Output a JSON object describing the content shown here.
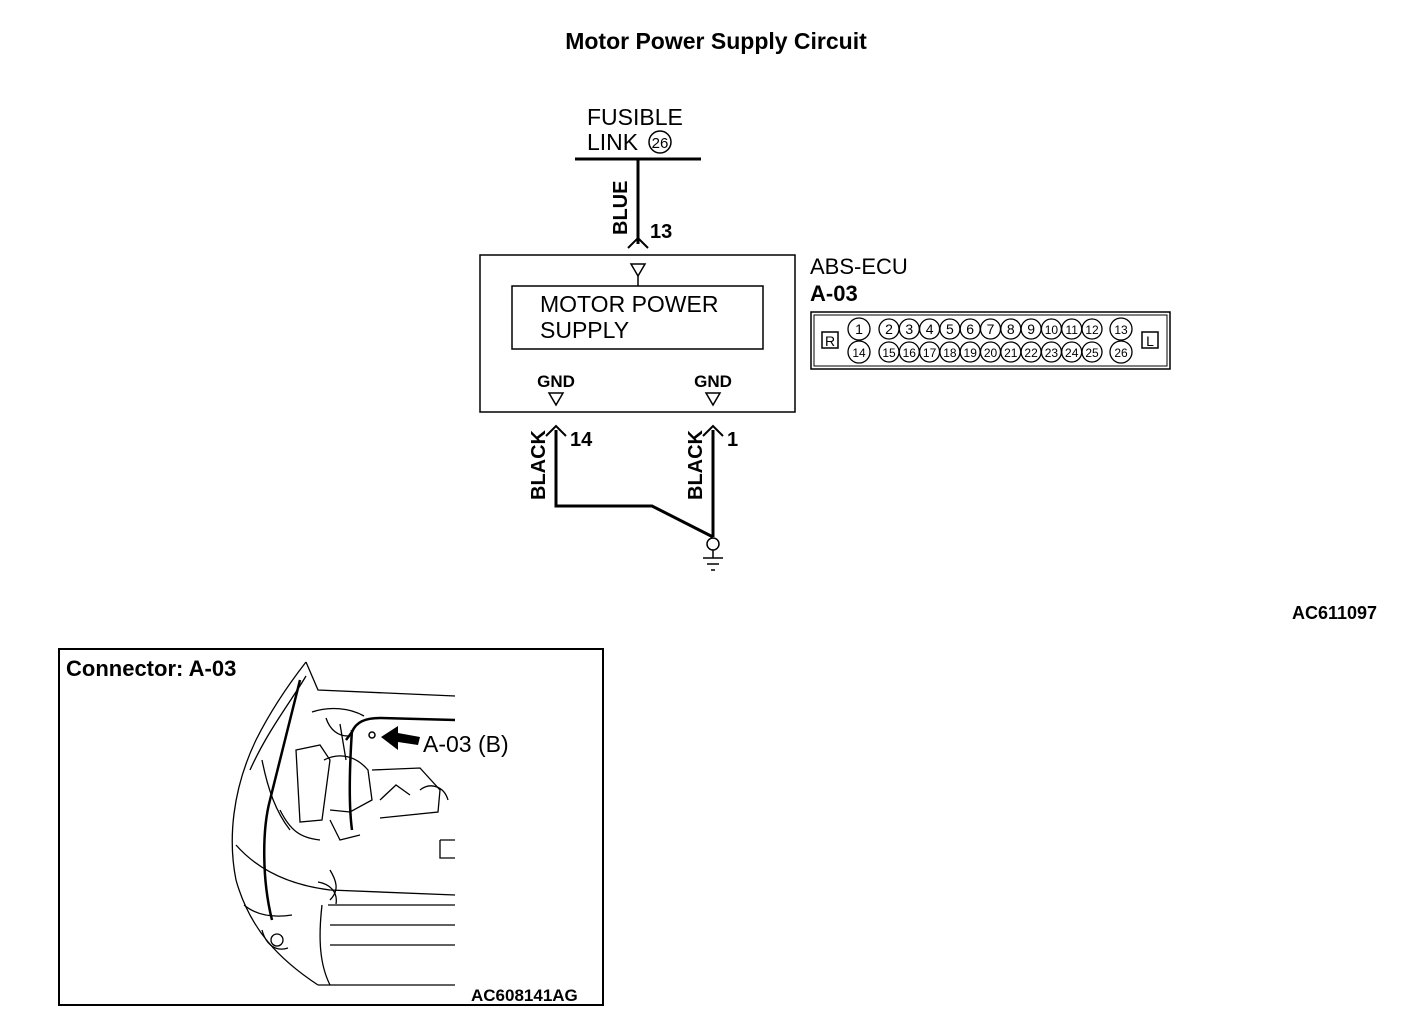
{
  "title": "Motor Power Supply Circuit",
  "diagram_ref": "AC611097",
  "fusible_link": {
    "line1": "FUSIBLE",
    "line2": "LINK",
    "number": "26"
  },
  "wires": {
    "supply_color": "BLUE",
    "supply_terminal": "13",
    "ground_left_color": "BLACK",
    "ground_left_terminal": "14",
    "ground_right_color": "BLACK",
    "ground_right_terminal": "1"
  },
  "ecu": {
    "name": "ABS-ECU",
    "connector": "A-03",
    "block_line1": "MOTOR POWER",
    "block_line2": "SUPPLY",
    "gnd_left": "GND",
    "gnd_right": "GND"
  },
  "connector_face": {
    "left_tag": "R",
    "right_tag": "L",
    "top_row": [
      "1",
      "2",
      "3",
      "4",
      "5",
      "6",
      "7",
      "8",
      "9",
      "10",
      "11",
      "12",
      "13"
    ],
    "bottom_row": [
      "14",
      "15",
      "16",
      "17",
      "18",
      "19",
      "20",
      "21",
      "22",
      "23",
      "24",
      "25",
      "26"
    ]
  },
  "location_panel": {
    "title": "Connector: A-03",
    "callout": "A-03 (B)",
    "ref": "AC608141AG"
  }
}
